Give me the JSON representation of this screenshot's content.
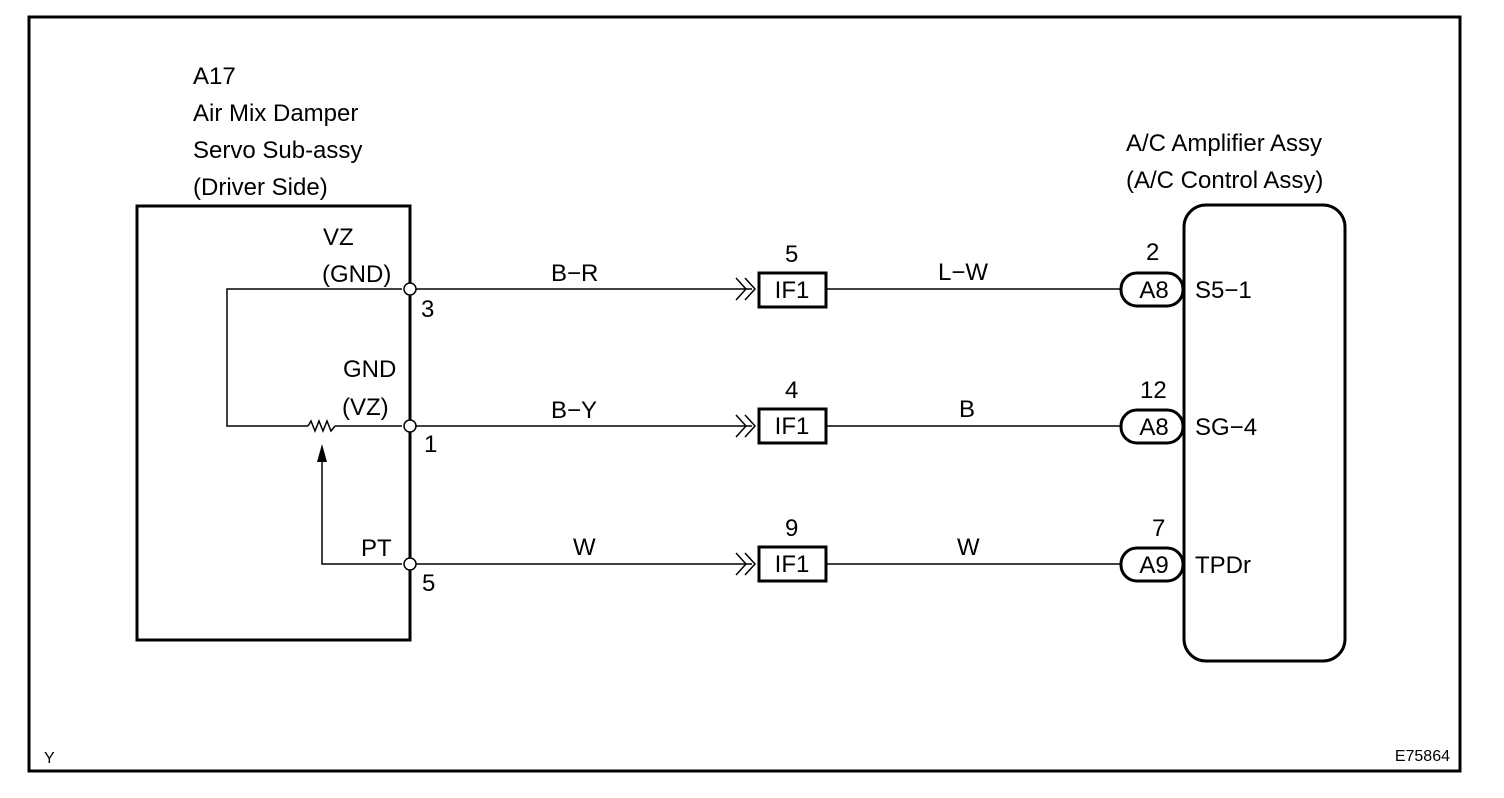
{
  "left_component": {
    "code": "A17",
    "name_line1": "Air Mix Damper",
    "name_line2": "Servo Sub-assy",
    "name_line3": "(Driver Side)"
  },
  "right_component": {
    "name_line1": "A/C Amplifier Assy",
    "name_line2": "(A/C Control Assy)"
  },
  "rows": [
    {
      "left_label_line1": "VZ",
      "left_label_line2": "(GND)",
      "left_pin": "3",
      "wire_left": "B−R",
      "junction_pin": "5",
      "junction": "IF1",
      "wire_right": "L−W",
      "right_pin": "2",
      "right_connector": "A8",
      "right_terminal": "S5−1"
    },
    {
      "left_label_line1": "GND",
      "left_label_line2": "(VZ)",
      "left_pin": "1",
      "wire_left": "B−Y",
      "junction_pin": "4",
      "junction": "IF1",
      "wire_right": "B",
      "right_pin": "12",
      "right_connector": "A8",
      "right_terminal": "SG−4"
    },
    {
      "left_label_line1": "PT",
      "left_pin": "5",
      "wire_left": "W",
      "junction_pin": "9",
      "junction": "IF1",
      "wire_right": "W",
      "right_pin": "7",
      "right_connector": "A9",
      "right_terminal": "TPDr"
    }
  ],
  "corner_left": "Y",
  "corner_right": "E75864"
}
